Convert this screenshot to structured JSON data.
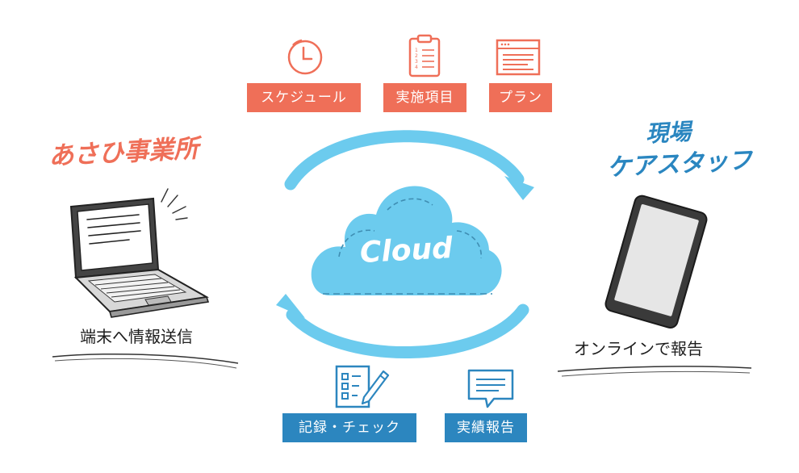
{
  "top_tags": {
    "schedule": "スケジュール",
    "items": "実施項目",
    "plan": "プラン"
  },
  "bottom_tags": {
    "record": "記録・チェック",
    "report": "実績報告"
  },
  "left": {
    "title": "あさひ事業所",
    "caption": "端末へ情報送信"
  },
  "right": {
    "title_line1": "現場",
    "title_line2": "ケアスタッフ",
    "caption": "オンラインで報告"
  },
  "center": {
    "cloud_label": "Cloud"
  },
  "colors": {
    "orange": "#ef6f58",
    "blue_tag": "#2c86bf",
    "arrow": "#6ccbee",
    "cloud": "#6ccbee",
    "hand_blue": "#2a86c0"
  },
  "icons": [
    "clock-icon",
    "clipboard-icon",
    "browser-window-icon",
    "checklist-pencil-icon",
    "speech-bubble-icon",
    "laptop-icon",
    "tablet-icon"
  ]
}
